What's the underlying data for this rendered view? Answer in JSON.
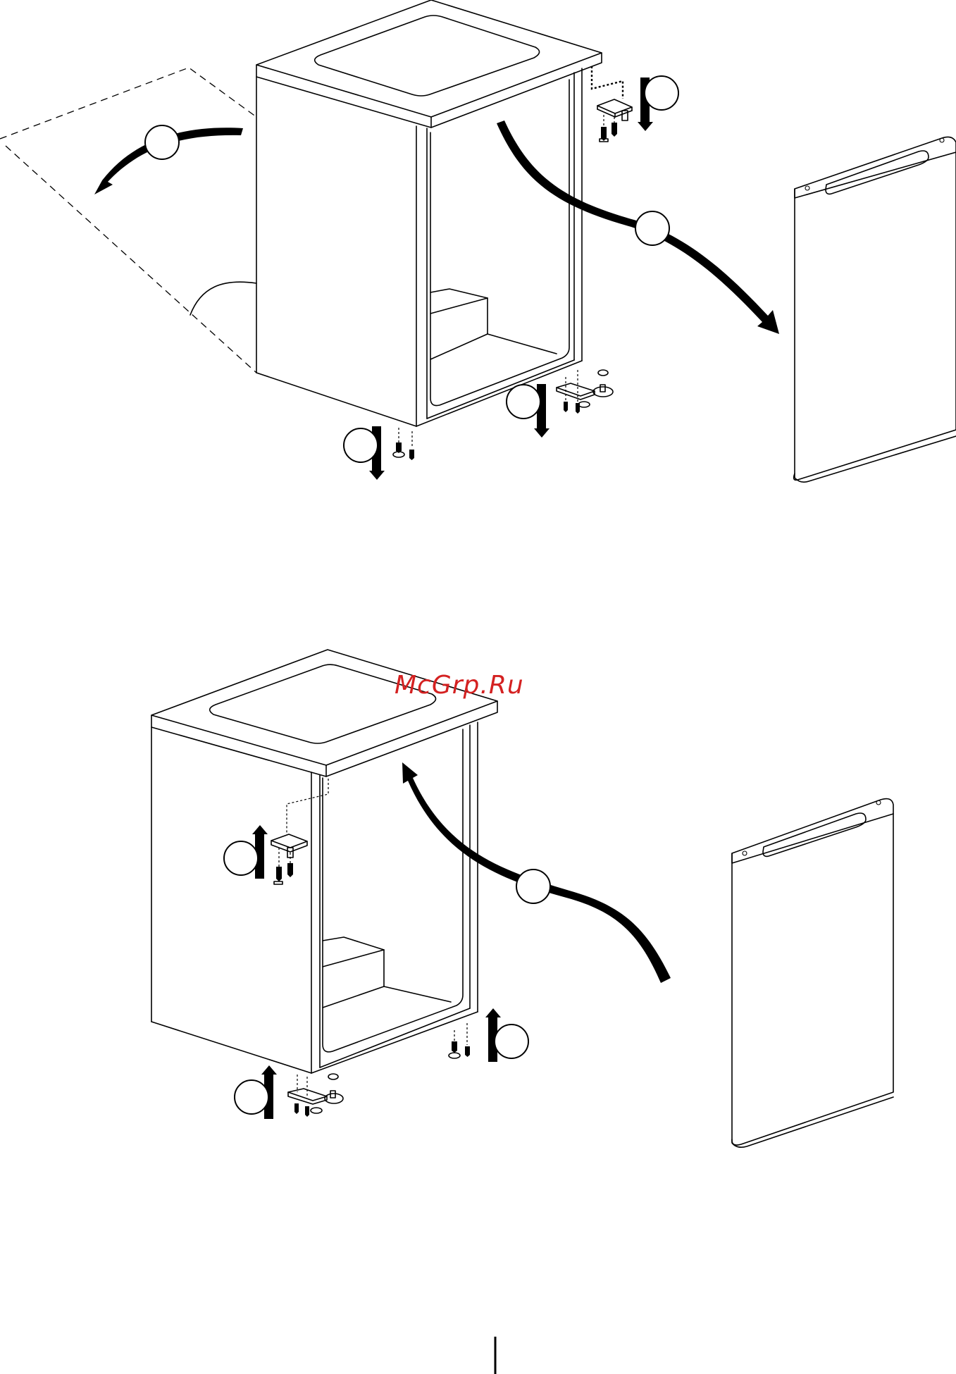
{
  "watermark": {
    "text": "McGrp.Ru",
    "color": "#d42121"
  },
  "step_markers": [
    {
      "id": "top-left-curve",
      "label": ""
    },
    {
      "id": "top-upper-hinge",
      "label": ""
    },
    {
      "id": "top-door-removal",
      "label": ""
    },
    {
      "id": "top-lower-hinge",
      "label": ""
    },
    {
      "id": "top-lower-screws",
      "label": ""
    },
    {
      "id": "bottom-upper-hinge",
      "label": ""
    },
    {
      "id": "bottom-door-refit",
      "label": ""
    },
    {
      "id": "bottom-lower-screws",
      "label": ""
    },
    {
      "id": "bottom-lower-hinge",
      "label": ""
    }
  ]
}
